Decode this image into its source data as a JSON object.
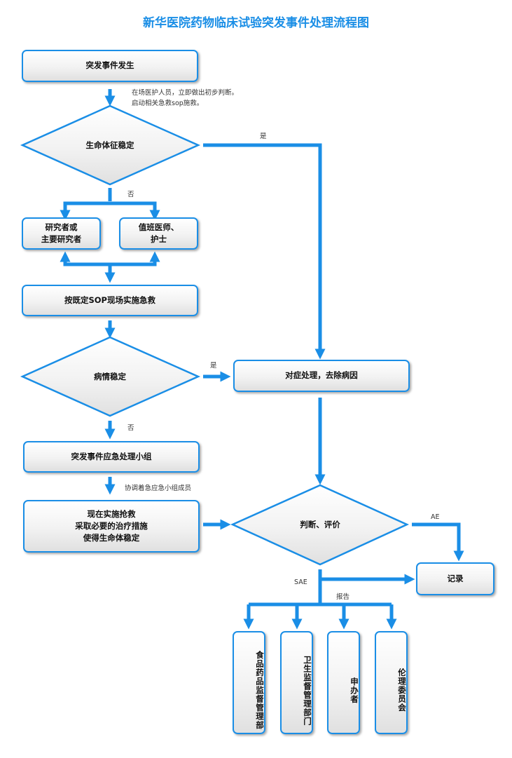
{
  "title": "新华医院药物临床试验突发事件处理流程图",
  "nodes": {
    "event": "突发事件发生",
    "vital_check": "生命体征稳定",
    "researcher": [
      "研究者或",
      "主要研究者"
    ],
    "doctor_nurse": [
      "值班医师、",
      "护士"
    ],
    "sop_rescue": "按既定SOP现场实施急救",
    "condition_check": "病情稳定",
    "symptomatic": "对症处理，去除病因",
    "emergency_team": "突发事件应急处理小组",
    "rescue_now": [
      "现在实施抢救",
      "采取必要的治疗措施",
      "使得生命体稳定"
    ],
    "judge": "判断、评价",
    "record": "记录",
    "fda": "食品药品监督管理部",
    "health_dept": "卫生监督管理部门",
    "sponsor": "申办者",
    "ethics": "伦理委员会"
  },
  "notes": {
    "onsite": [
      "在场医护人员，立即做出初步判断。",
      "启动相关急救sop施救。"
    ],
    "yes1": "是",
    "no1": "否",
    "yes2": "是",
    "no2": "否",
    "coordinate": "协调着急应急小组成员",
    "ae": "AE",
    "sae": "SAE",
    "report": "报告"
  },
  "colors": {
    "accent": "#1a8ee6",
    "text": "#111111",
    "title": "#1a8ee6"
  }
}
